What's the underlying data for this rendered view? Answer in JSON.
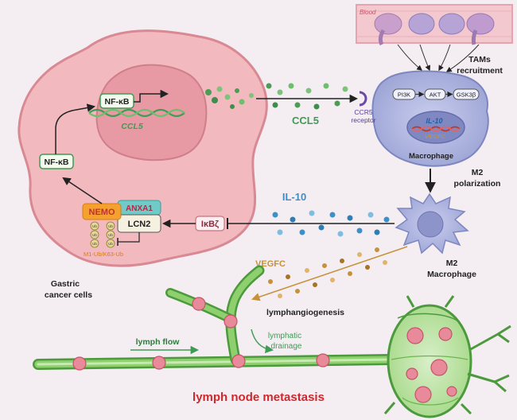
{
  "labels": {
    "nfkb_nucleus": "NF-κB",
    "ccl5_gene": "CCL5",
    "ccl5_signal": "CCL5",
    "ccr5_receptor_line1": "CCR5",
    "ccr5_receptor_line2": "receptor",
    "blood": "Blood",
    "tams_line1": "TAMs",
    "tams_line2": "recruitment",
    "pi3k": "PI3K",
    "akt": "AKT",
    "gsk3b": "GSK3β",
    "il10_gene": "IL-10",
    "vegfc_gene": "VEGFC",
    "macrophage": "Macrophage",
    "m2_polarization_line1": "M2",
    "m2_polarization_line2": "polarization",
    "il10_signal": "IL-10",
    "ikbz": "IκBζ",
    "nfkb_cytoplasm": "NF-κB",
    "nemo": "NEMO",
    "annexin": "ANXA1",
    "lcn2": "LCN2",
    "ub_chain": "M1-Ub/K63-Ub",
    "ub_symbol": "Ub",
    "m2_macrophage_line1": "M2",
    "m2_macrophage_line2": "Macrophage",
    "vegfc_signal": "VEGFC",
    "gastric_line1": "Gastric",
    "gastric_line2": "cancer cells",
    "lymphangiogenesis": "lymphangiogenesis",
    "lymph_flow": "lymph flow",
    "lymphatic_line1": "lymphatic",
    "lymphatic_line2": "drainage",
    "metastasis": "lymph node metastasis"
  },
  "colors": {
    "background": "#f4eef2",
    "cancer_cell": "#f0b6bb",
    "cancer_cell_stroke": "#dc8a93",
    "nucleus": "#e89aa3",
    "ccl5_green": "#3f9b55",
    "macrophage": "#aeb5dd",
    "macrophage_stroke": "#7e86c0",
    "il10_blue": "#3d8fc6",
    "vegfc_gold": "#c6913a",
    "nemo_orange": "#f2891e",
    "annexin_teal": "#67c7c5",
    "lymph_green": "#7dc561",
    "metastasis_red": "#d2262b"
  }
}
